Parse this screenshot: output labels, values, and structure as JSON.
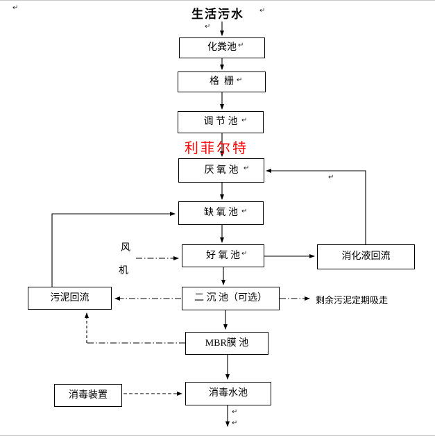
{
  "title": "生活污水",
  "watermark": "利菲尔特",
  "boxes": {
    "septic_tank": "化粪池",
    "bar_screen": "格  栅",
    "regulating_tank": "调 节 池",
    "anaerobic_tank": "厌 氧 池",
    "anoxic_tank": "缺 氧 池",
    "aerobic_tank": "好 氧 池",
    "digestate_return": "消化液回流",
    "secondary_clarifier": "二 沉 池（可选）",
    "sludge_return": "污泥回流",
    "mbr_tank": "MBR膜 池",
    "disinfection_tank": "消毒水池",
    "disinfection_device": "消毒装置"
  },
  "labels": {
    "fan_char1": "风",
    "fan_char2": "机",
    "excess_sludge_note": "剩余污泥定期吸走",
    "paragraph_mark": "↵"
  },
  "colors": {
    "watermark_red": "#ff0000",
    "line_black": "#000000",
    "page_edge_gray": "#c9c9c9"
  }
}
